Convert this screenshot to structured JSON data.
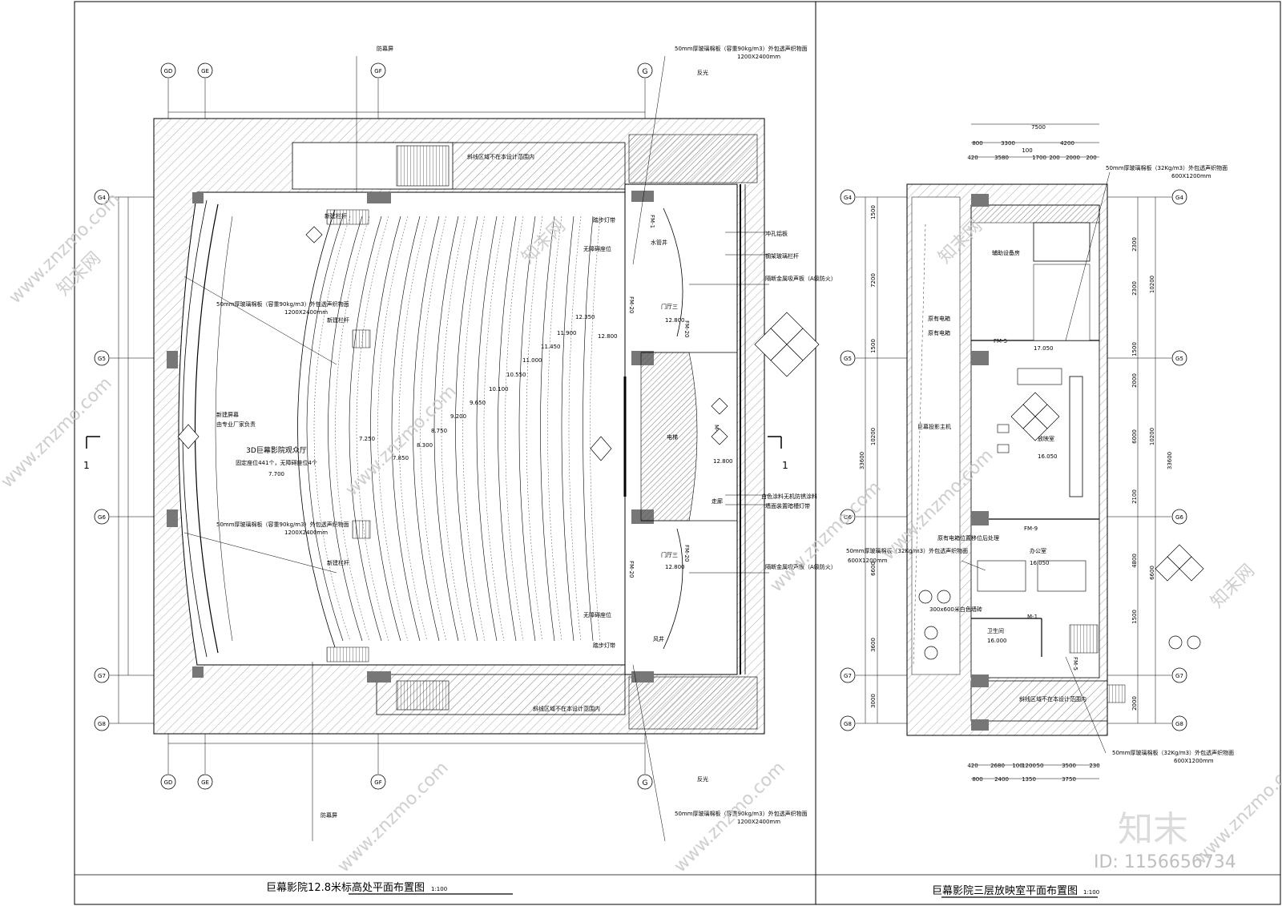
{
  "left_plan": {
    "title": "巨幕影院12.8米标高处平面布置图",
    "scale": "1:100",
    "grid_top": [
      "GD",
      "GE",
      "GF",
      "G"
    ],
    "grid_left": [
      "G4",
      "G5",
      "G6",
      "G7",
      "G8"
    ],
    "hall_name": "3D巨幕影院观众厅",
    "hall_note": "固定座位441个，无障碍座位4个",
    "hall_level": "7.700",
    "section_mark": "1",
    "elevations": [
      "7.250",
      "7.850",
      "8.300",
      "8.750",
      "9.200",
      "9.650",
      "10.100",
      "10.550",
      "11.000",
      "11.450",
      "11.900",
      "12.350",
      "12.800"
    ],
    "rooms": {
      "lobby_a": "门厅三",
      "lobby_a_level": "12.800",
      "lobby_b": "门厅三",
      "lobby_b_level": "12.800",
      "elevator": "电梯",
      "corridor": "走廊",
      "corridor_level": "12.800",
      "water": "水管井",
      "wind": "风井"
    },
    "doors": [
      "FM-1",
      "FM-20",
      "FM-20",
      "FM-20",
      "FM-20",
      "M-11"
    ],
    "notes": {
      "acoustic_panel": "50mm厚玻璃棉板（容重90kg/m3）外包透声织物面",
      "panel_size": "1200X2400mm",
      "top_slab": "斜线区域不在本设计范围内",
      "bottom_slab": "斜线区域不在本设计范围内",
      "screen_wall": "新建屏幕",
      "screen_note": "由专业厂家负责",
      "railing": "新建栏杆",
      "access_seat": "无障碍座位",
      "aisle_light": "踏步灯带",
      "wall_finish": "冲孔铝板",
      "glass_rail": "钢架玻璃栏杆",
      "fire_door": "隔断金属吸声板（A级防火）",
      "paint": "白色涂料无机防锈涂料",
      "lamp": "墙面装置暗槽灯带",
      "skylight": "防幕屏",
      "reflect": "反光"
    }
  },
  "right_plan": {
    "title": "巨幕影院三层放映室平面布置图",
    "scale": "1:100",
    "grid_left": [
      "G4",
      "G5",
      "G6",
      "G7",
      "G8"
    ],
    "dims_top_total": "7500",
    "dims_top_2": [
      "800",
      "3300",
      "4200"
    ],
    "dims_top_3": [
      "420",
      "3580",
      "100",
      "1700",
      "200",
      "2000",
      "200"
    ],
    "dims_bottom_1": [
      "420",
      "2680",
      "100",
      "1200",
      "50",
      "3500",
      "230"
    ],
    "dims_bottom_2": [
      "800",
      "2400",
      "1350",
      "3750"
    ],
    "dims_left": [
      "1500",
      "7200",
      "1500",
      "10200",
      "3600",
      "6600",
      "3000",
      "33600"
    ],
    "dims_right": [
      "2300",
      "2300",
      "10200",
      "1500",
      "2000",
      "6000",
      "10200",
      "2100",
      "4800",
      "6600",
      "33600",
      "1500",
      "2000"
    ],
    "rooms": {
      "aux": "辅助设备房",
      "projection": "放映室",
      "projection_level": "16.050",
      "office": "办公室",
      "office_level": "16.050",
      "wc": "卫生间",
      "wc_level": "16.000",
      "landing_level": "17.050",
      "projector": "巨幕投影主机"
    },
    "doors": [
      "FM-5",
      "FM-9",
      "M-1",
      "FM-5"
    ],
    "notes": {
      "panel_a": "50mm厚玻璃棉板（32Kg/m3）外包透声织物面",
      "panel_a_size": "600X1200mm",
      "panel_b": "50mm厚玻璃棉板（32Kg/m3）外包透声织物面",
      "panel_b_size": "600X1200mm",
      "panel_c": "50mm厚玻璃棉板（32Kg/m3）外包透声织物面",
      "panel_c_size": "600X1200mm",
      "tile": "300x600米白色墙砖",
      "equipment_a": "原有电箱",
      "equipment_b": "原有电箱",
      "cabinet": "原有电箱位置移位后处理",
      "slab": "斜线区域不在本设计范围内"
    }
  },
  "watermark": {
    "site": "www.znzmo.com",
    "brand": "知末网",
    "logo": "知末",
    "id": "ID: 1156656734"
  }
}
